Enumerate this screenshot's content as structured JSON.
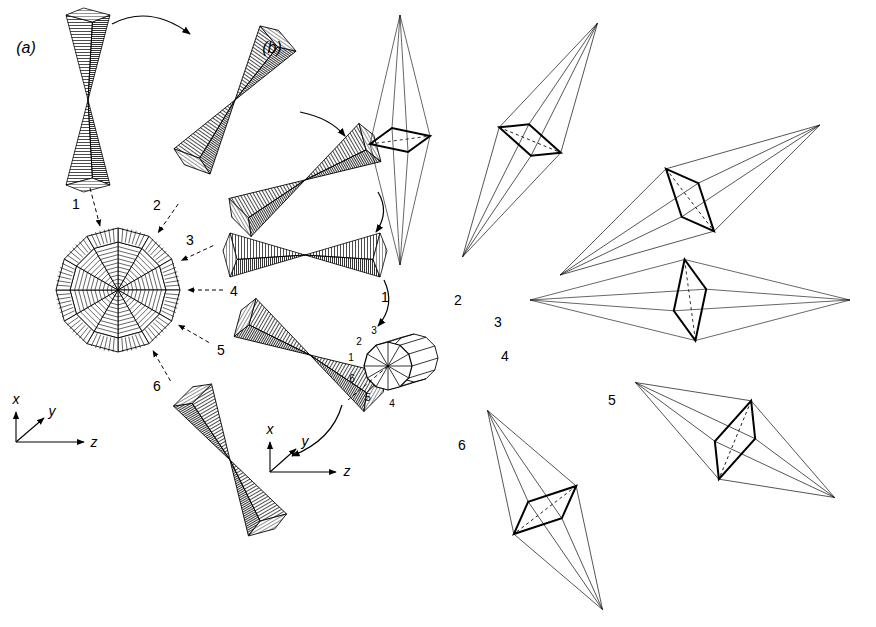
{
  "diagram": {
    "labels": [
      "(a)",
      "1",
      "2",
      "3",
      "4",
      "5",
      "6",
      "x",
      "y",
      "z",
      "(b)",
      "1",
      "2",
      "3",
      "4",
      "5",
      "6",
      "3",
      "2",
      "1",
      "6",
      "5",
      "4",
      "x",
      "y",
      "z"
    ]
  }
}
